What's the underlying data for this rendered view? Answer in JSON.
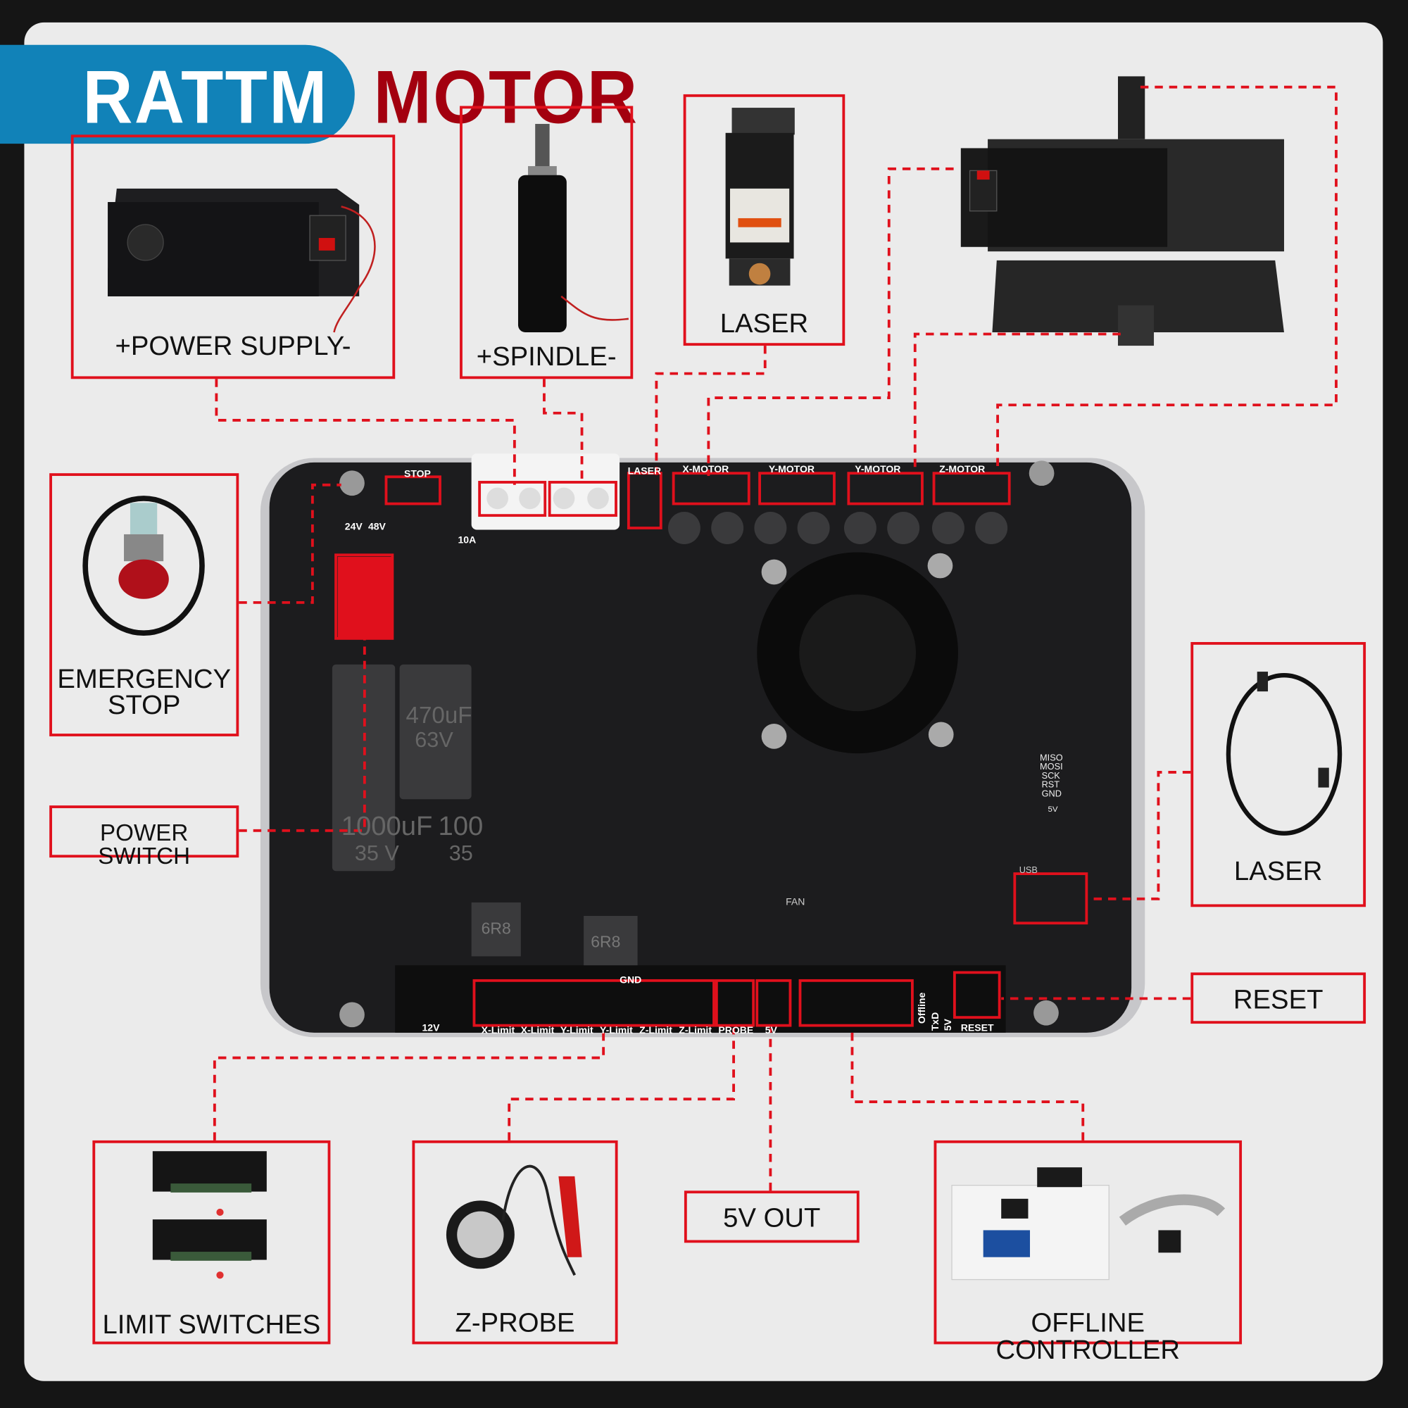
{
  "brand": {
    "name": "RATTM",
    "suffix": "MOTOR",
    "colors": {
      "banner": "#1182b8",
      "suffix": "#a3000f",
      "accent": "#e0101c"
    }
  },
  "callouts": {
    "power_supply": "+POWER SUPPLY-",
    "spindle": "+SPINDLE-",
    "laser_top": "LASER",
    "emergency_stop": [
      "EMERGENCY",
      "STOP"
    ],
    "power_switch": "POWER SWITCH",
    "laser_right": "LASER",
    "reset": "RESET",
    "limit_switches": "LIMIT SWITCHES",
    "z_probe": "Z-PROBE",
    "five_v_out": "5V OUT",
    "offline_controller": "OFFLINE CONTROLLER"
  },
  "board_labels": {
    "stop": "STOP",
    "laser": "LASER",
    "x_motor": "X-MOTOR",
    "y_motor_1": "Y-MOTOR",
    "y_motor_2": "Y-MOTOR",
    "z_motor": "Z-MOTOR",
    "v24": "24V",
    "v48": "48V",
    "fuse": "10A",
    "cap1": "470uF",
    "cap1v": "63V",
    "cap2": "1000uF",
    "cap2v": "35 V",
    "cap3": "100",
    "cap3v": "35",
    "inductor": "6R8",
    "fan": "FAN",
    "usb": "USB",
    "spi": [
      "MISO",
      "MOSI",
      "SCK",
      "RST",
      "GND"
    ],
    "spi_v": "5V",
    "gnd": "GND",
    "v12": "12V",
    "offline": "Offline",
    "txd": "TxD",
    "v5": "5V",
    "reset": "RESET",
    "bottom": [
      "X-Limit",
      "X-Limit",
      "Y-Limit",
      "Y-Limit",
      "Z-Limit",
      "Z-Limit",
      "PROBE",
      "5V"
    ]
  }
}
